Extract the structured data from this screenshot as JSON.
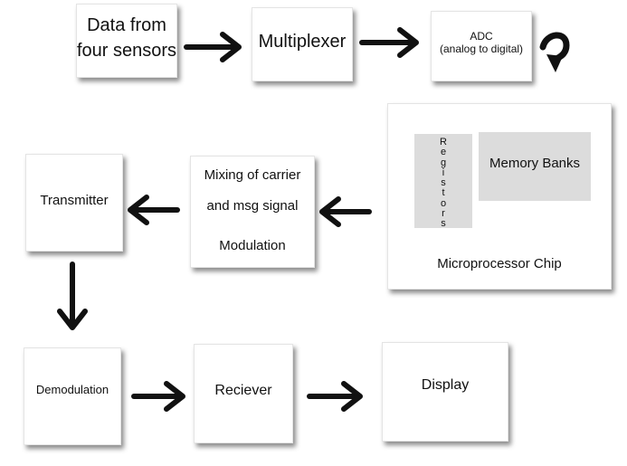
{
  "blocks": {
    "sensors": {
      "line1": "Data from",
      "line2": "four sensors"
    },
    "multiplexer": {
      "label": "Multiplexer"
    },
    "adc": {
      "line1": "ADC",
      "line2": "(analog to digital)"
    },
    "chip": {
      "registers": "Registors",
      "memory_banks": "Memory Banks",
      "label": "Microprocessor Chip"
    },
    "modulation": {
      "line1": "Mixing of carrier",
      "line2": "and msg signal",
      "line3": "Modulation"
    },
    "transmitter": {
      "label": "Transmitter"
    },
    "demodulation": {
      "label": "Demodulation"
    },
    "receiver": {
      "label": "Reciever"
    },
    "display": {
      "label": "Display"
    }
  }
}
